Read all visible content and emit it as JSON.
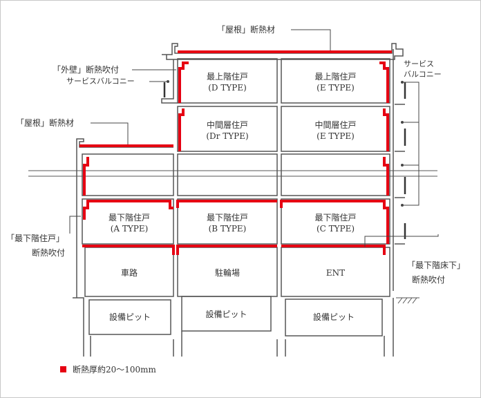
{
  "colors": {
    "insulation": "#e60012",
    "structure": "#555555"
  },
  "labels": {
    "roof_top": "「屋根」断熱材",
    "wall": "「外壁」断熱吹付",
    "service_balcony_left": "サービスバルコニー",
    "roof_lower": "「屋根」断熱材",
    "bottom_unit_1": "「最下階住戸」",
    "bottom_unit_2": "断熱吹付",
    "bottom_floor_1": "「最下階床下」",
    "bottom_floor_2": "断熱吹付",
    "service_balcony_right_1": "サービス",
    "service_balcony_right_2": "バルコニー"
  },
  "units": {
    "top_d": [
      "最上階住戸",
      "(D TYPE)"
    ],
    "top_e": [
      "最上階住戸",
      "(E TYPE)"
    ],
    "mid_dr": [
      "中間層住戸",
      "(Dr TYPE)"
    ],
    "mid_e": [
      "中間層住戸",
      "(E TYPE)"
    ],
    "low_a": [
      "最下階住戸",
      "(A TYPE)"
    ],
    "low_b": [
      "最下階住戸",
      "(B TYPE)"
    ],
    "low_c": [
      "最下階住戸",
      "(C TYPE)"
    ],
    "road": "車路",
    "bike": "駐輪場",
    "ent": "ENT",
    "pit1": "設備ピット",
    "pit2": "設備ピット",
    "pit3": "設備ピット"
  },
  "legend": {
    "text": "断熱厚約20〜100mm"
  }
}
